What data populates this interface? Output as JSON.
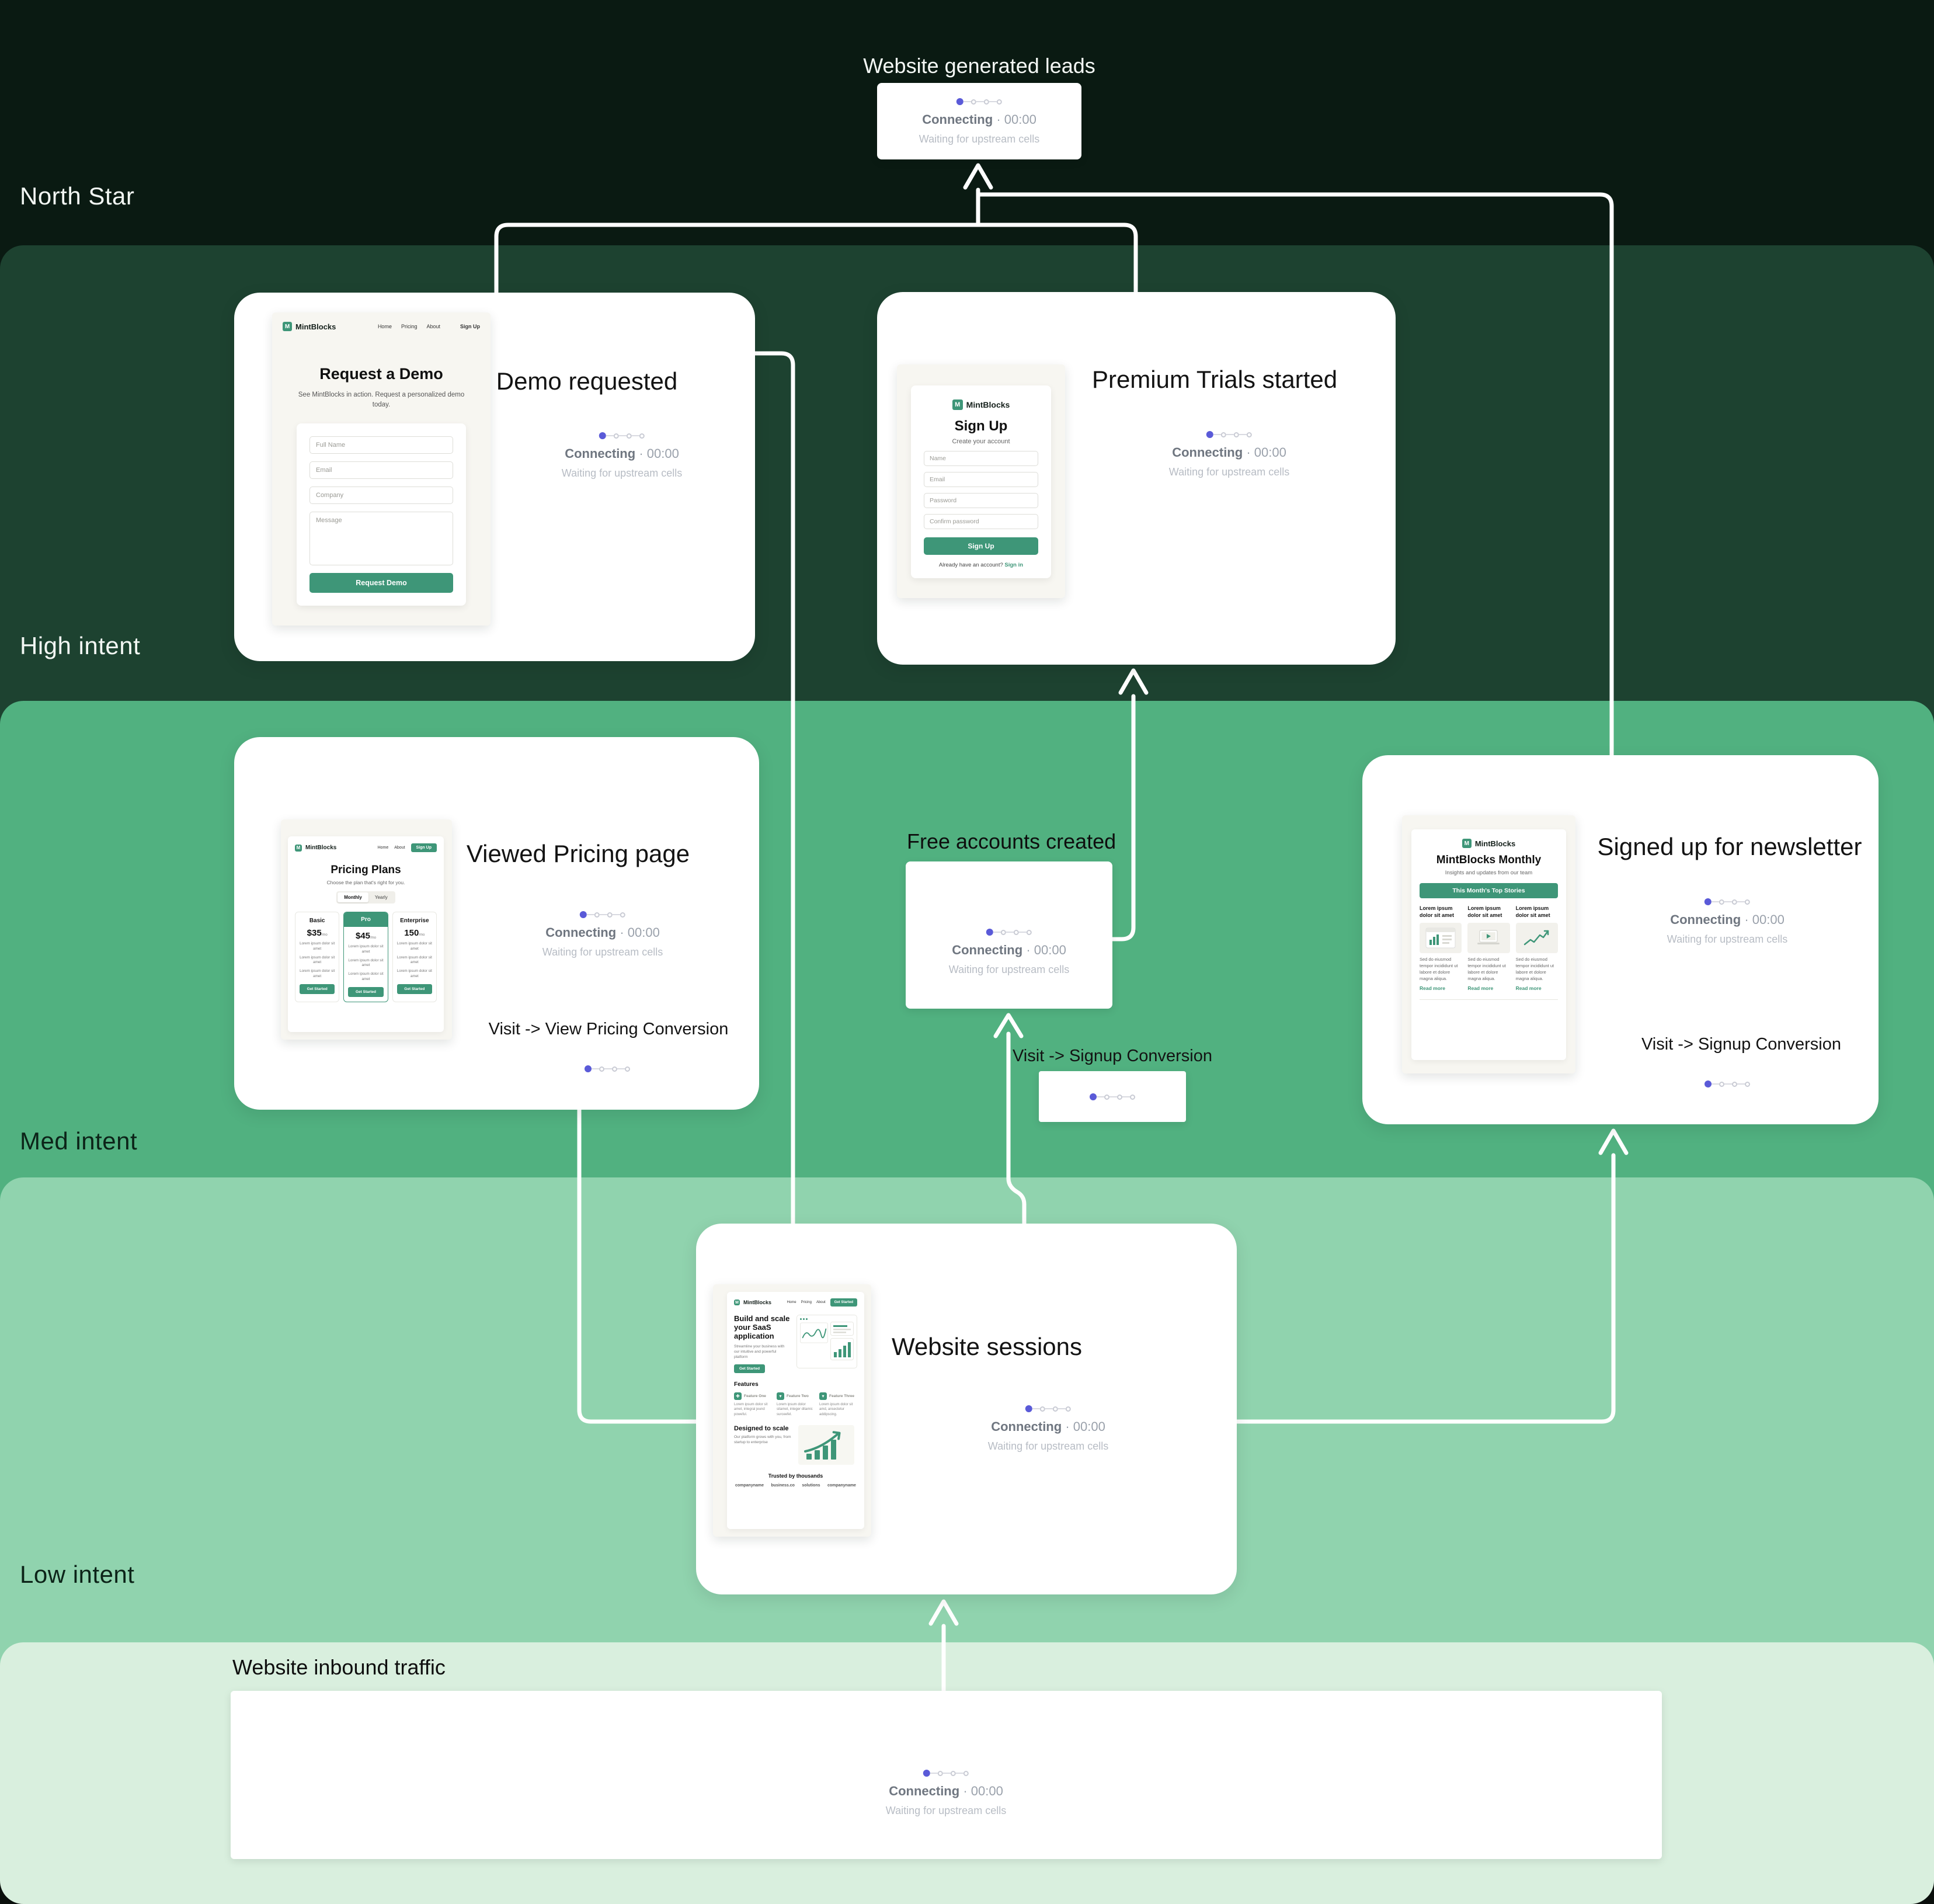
{
  "colors": {
    "band_north": "#0A1A12",
    "band_high": "#1D4230",
    "band_med": "#51B180",
    "band_low": "#90D3AE",
    "band_pale": "#D9EFDE",
    "brand_green": "#3E9678",
    "status_dot_indigo": "#5A5AD8",
    "wire_white": "#FFFFFF"
  },
  "status": {
    "connecting": "Connecting",
    "time": "· 00:00",
    "waiting": "Waiting for upstream cells"
  },
  "bands": {
    "north": "North Star",
    "high": "High intent",
    "med": "Med intent",
    "low": "Low intent"
  },
  "nodes": {
    "leads": {
      "title": "Website generated leads"
    },
    "demo": {
      "title": "Demo requested",
      "page": {
        "brand": "MintBlocks",
        "logo_letter": "M",
        "nav": [
          "Home",
          "Pricing",
          "About"
        ],
        "nav_cta": "Sign Up",
        "heading": "Request a Demo",
        "subheading": "See MintBlocks in action. Request a personalized demo today.",
        "fields": [
          "Full Name",
          "Email",
          "Company",
          "Message"
        ],
        "button": "Request Demo"
      }
    },
    "premium": {
      "title": "Premium Trials started",
      "page": {
        "brand": "MintBlocks",
        "logo_letter": "M",
        "heading": "Sign Up",
        "subheading": "Create your account",
        "fields": [
          "Name",
          "Email",
          "Password",
          "Confirm password"
        ],
        "button": "Sign Up",
        "footer_text": "Already have an account?",
        "footer_link": "Sign in"
      }
    },
    "pricing": {
      "title": "Viewed Pricing page",
      "conversion_label": "Visit -> View Pricing Conversion",
      "page": {
        "brand": "MintBlocks",
        "logo_letter": "M",
        "nav": [
          "Home",
          "About"
        ],
        "nav_cta": "Sign Up",
        "heading": "Pricing Plans",
        "subheading": "Choose the plan that's right for you.",
        "toggle": [
          "Monthly",
          "Yearly"
        ],
        "plans": [
          {
            "name": "Basic",
            "price": "$35",
            "period": "/mo"
          },
          {
            "name": "Pro",
            "price": "$45",
            "period": "/mo"
          },
          {
            "name": "Enterprise",
            "price": "150",
            "period": "/mo"
          }
        ],
        "feature_line": "Lorem ipsum dolor sit amet",
        "plan_button": "Get Started"
      }
    },
    "free": {
      "title": "Free accounts created"
    },
    "signup_conv": {
      "label": "Visit -> Signup Conversion"
    },
    "newsletter": {
      "title": "Signed up for newsletter",
      "conversion_label": "Visit -> Signup Conversion",
      "page": {
        "brand": "MintBlocks",
        "logo_letter": "M",
        "heading": "MintBlocks Monthly",
        "subheading": "Insights and updates from our team",
        "banner": "This Month's Top Stories",
        "story_heading": "Lorem ipsum dolor sit amet",
        "story_body": "Sed do eiusmod tempor incididunt ut labore et dolore magna aliqua.",
        "story_link": "Read more"
      }
    },
    "sessions": {
      "title": "Website sessions",
      "page": {
        "brand": "MintBlocks",
        "logo_letter": "M",
        "nav": [
          "Home",
          "Pricing",
          "About"
        ],
        "nav_cta": "Get Started",
        "hero_heading": "Build and scale your SaaS application",
        "hero_sub": "Streamline your business with our intuitive and powerful platform",
        "hero_cta": "Get Started",
        "features_heading": "Features",
        "features": [
          {
            "name": "Feature One",
            "body": "Lorem ipsum dolor sit amet, integral jeund poweful."
          },
          {
            "name": "Feature Two",
            "body": "Lorem ipsum dolor sitamet, integer ditamic surceefel."
          },
          {
            "name": "Feature Three",
            "body": "Lorem ipsum dolor sit amd, ansectetur addipscing."
          }
        ],
        "scale_heading": "Designed to scale",
        "scale_sub": "Our platform grows with you, from startup to enterprise",
        "trusted_heading": "Trusted by thousands",
        "logos": [
          "companyname",
          "business.co",
          "solutions",
          "companyname"
        ]
      }
    },
    "inbound": {
      "title": "Website inbound traffic"
    }
  }
}
